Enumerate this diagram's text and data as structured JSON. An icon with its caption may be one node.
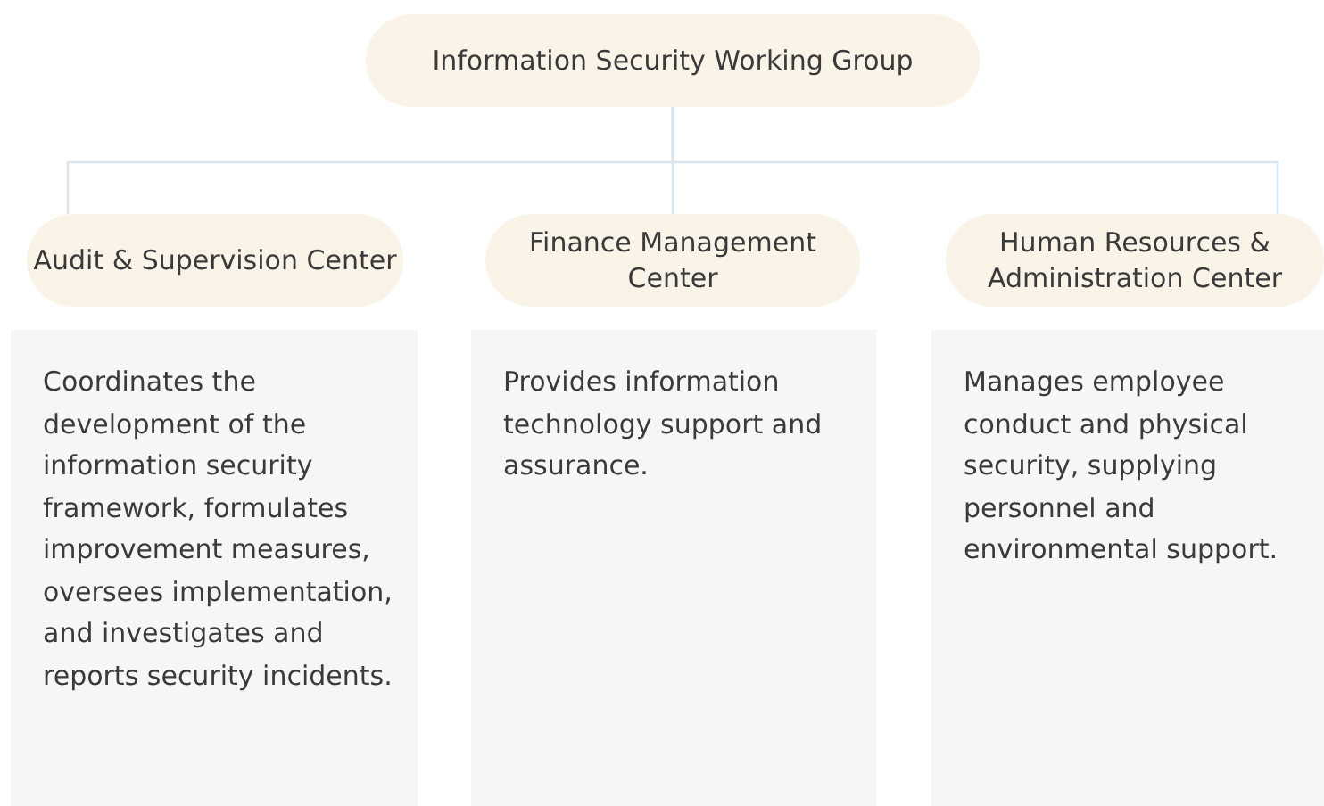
{
  "diagram": {
    "nodes": [
      {
        "text": [
          "Information Security Working Group"
        ]
      },
      {
        "text": [
          "Audit & Supervision Center"
        ]
      },
      {
        "text": [
          "Finance Management Center"
        ]
      },
      {
        "text": [
          "Human Resources & Administration Center"
        ]
      },
      {
        "text": [
          "Coordinates the development of the information security framework, formulates improvement measures, oversees implementation, and investigates and reports security incidents."
        ]
      },
      {
        "text": [
          "Provides information technology support and assurance."
        ]
      },
      {
        "text": [
          "Manages employee conduct and physical security, supplying personnel and environmental support."
        ]
      }
    ],
    "edges": [
      {
        "from": 0,
        "to": 1,
        "arrow": "none"
      },
      {
        "from": 0,
        "to": 2,
        "arrow": "none"
      },
      {
        "from": 0,
        "to": 3,
        "arrow": "none"
      }
    ]
  }
}
